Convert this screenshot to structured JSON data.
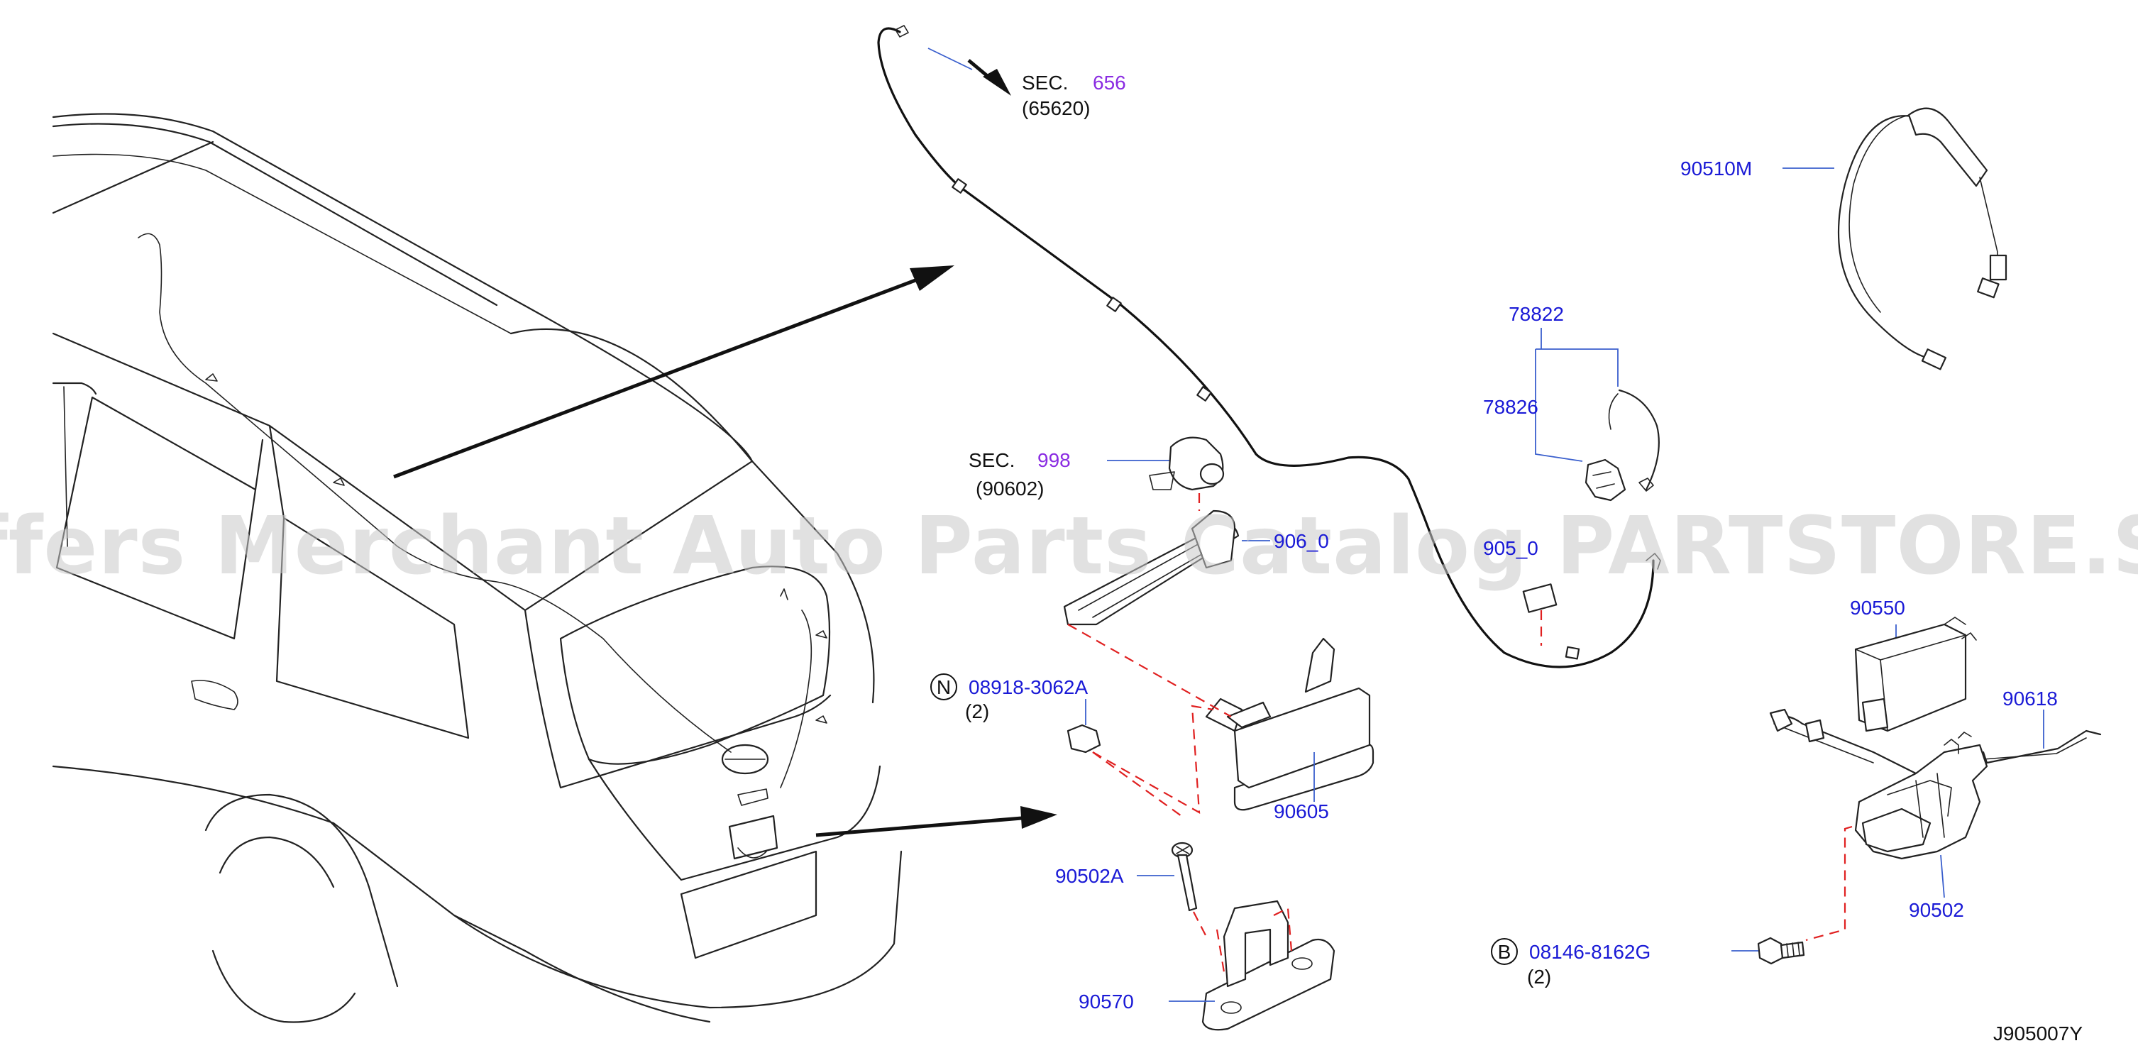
{
  "colors": {
    "part_number": "#1a1ad6",
    "section_ref": "#8a2be2",
    "text": "#111111",
    "leader": "#3a5fcd",
    "dashed": "#e02020",
    "watermark": "#c9c9c9"
  },
  "watermark": "Offers Merchant Auto Parts Catalog PARTSTORE.SA",
  "diagram_code": "J905007Y",
  "sections": [
    {
      "prefix": "SEC.",
      "number": "656",
      "sub": "(65620)"
    },
    {
      "prefix": "SEC.",
      "number": "998",
      "sub": "(90602)"
    }
  ],
  "fasteners": [
    {
      "symbol": "N",
      "number": "08918-3062A",
      "qty": "(2)"
    },
    {
      "symbol": "B",
      "number": "08146-8162G",
      "qty": "(2)"
    }
  ],
  "parts": [
    {
      "id": "90510M",
      "label": "90510M"
    },
    {
      "id": "78822",
      "label": "78822"
    },
    {
      "id": "78826",
      "label": "78826"
    },
    {
      "id": "90600",
      "label": "906_0"
    },
    {
      "id": "90510",
      "label": "905_0"
    },
    {
      "id": "90550",
      "label": "90550"
    },
    {
      "id": "90618",
      "label": "90618"
    },
    {
      "id": "90605",
      "label": "90605"
    },
    {
      "id": "90502A",
      "label": "90502A"
    },
    {
      "id": "90502",
      "label": "90502"
    },
    {
      "id": "90570",
      "label": "90570"
    }
  ]
}
